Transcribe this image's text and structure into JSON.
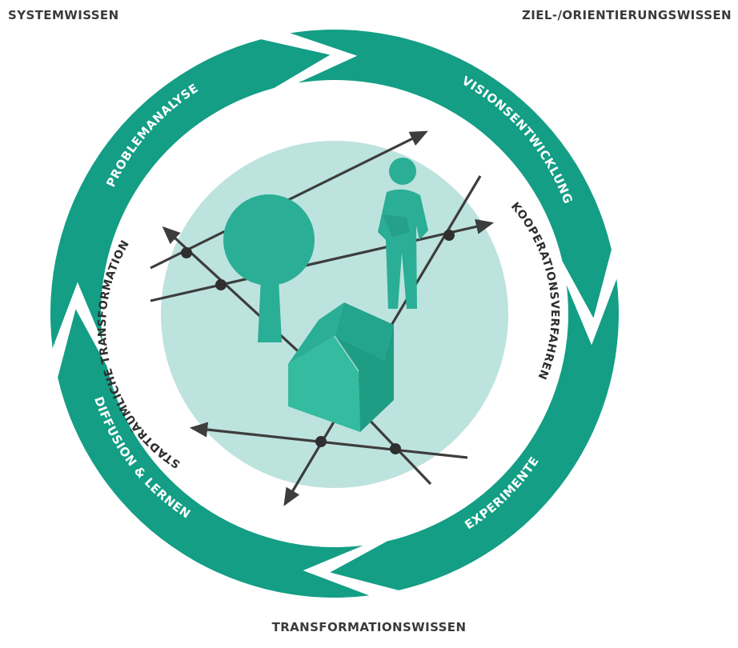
{
  "labels": {
    "systemwissen": "SYSTEMWISSEN",
    "zielwissen": "ZIEL-/ORIENTIERUNGSWISSEN",
    "transformationswissen": "TRANSFORMATIONSWISSEN"
  },
  "cycle": {
    "problemanalyse": "PROBLEMANALYSE",
    "visionsentwicklung": "VISIONSENTWICKLUNG",
    "experimente": "EXPERIMENTE",
    "diffusion": "DIFFUSION & LERNEN"
  },
  "inner": {
    "left": "STADTRÄUMLICHE TRANSFORMATION",
    "right": "KOOPERATIONSVERFAHREN"
  },
  "colors": {
    "ring": "#139e85",
    "inner_disc": "#bde3de",
    "icons": "#2aae95",
    "lines": "#3d3d3d",
    "text": "#3a3a3a"
  },
  "icons": [
    "tree-icon",
    "person-icon",
    "house-icon"
  ]
}
